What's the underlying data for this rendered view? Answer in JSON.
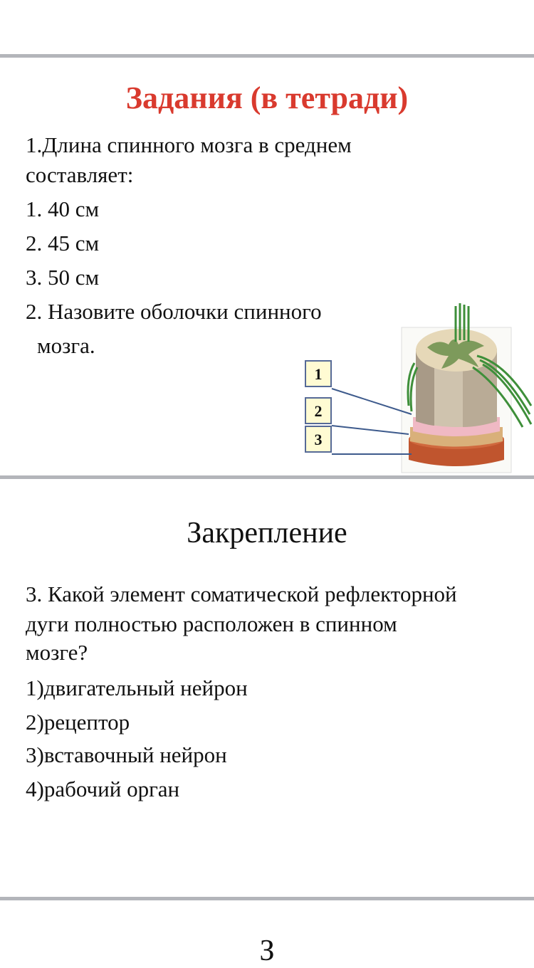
{
  "slide1": {
    "title": "Задания (в тетради)",
    "lines": [
      "1.Длина спинного мозга в среднем",
      "составляет:",
      "1. 40 см",
      "2. 45 см",
      "3. 50 см",
      "2. Назовите оболочки спинного",
      "мозга."
    ],
    "figure": {
      "labels": [
        "1",
        "2",
        "3"
      ],
      "colors": {
        "gray_matter": "#7d9a5b",
        "white_matter": "#e6d8b8",
        "nerve_fibers": "#3e8f3a",
        "pia": "#f0b9c4",
        "arachnoid": "#d9b07a",
        "dura": "#c0552e",
        "leader_line": "#3d5a8c"
      }
    }
  },
  "slide2": {
    "title": "Закрепление",
    "lines": [
      "3. Какой элемент соматической рефлекторной",
      "дуги полностью расположен в спинном",
      "мозге?",
      "1)двигательный нейрон",
      "2)рецептор",
      "3)вставочный нейрон",
      "4)рабочий орган"
    ]
  },
  "slide3": {
    "title_fragment": "З"
  },
  "colors": {
    "title_red": "#d93a2e",
    "divider": "#b3b5ba"
  }
}
